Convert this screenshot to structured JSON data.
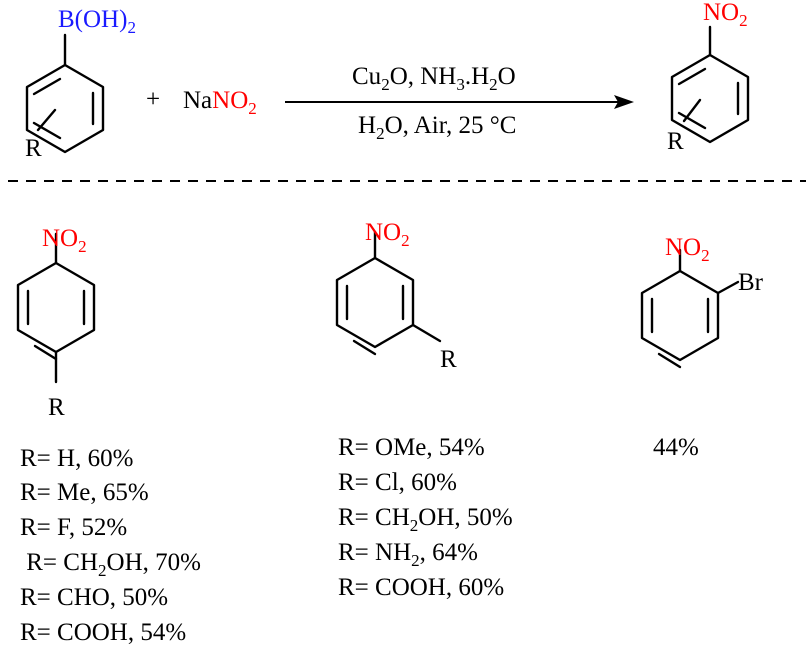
{
  "reaction": {
    "reactant_group": {
      "main": "B(OH)",
      "sub": "2"
    },
    "reactant_sub": "R",
    "plus": "+",
    "reagent": {
      "main": "Na",
      "red": "NO",
      "sub": "2"
    },
    "conditions_top": {
      "a": "Cu",
      "a_sub": "2",
      "b": "O, NH",
      "b_sub": "3",
      "c": ".H",
      "c_sub": "2",
      "d": "O"
    },
    "conditions_bottom": {
      "a": "H",
      "a_sub": "2",
      "b": "O, Air, 25 °C"
    },
    "product_group": {
      "main": "NO",
      "sub": "2"
    },
    "product_sub": "R"
  },
  "examples": {
    "para": {
      "group": {
        "main": "NO",
        "sub": "2"
      },
      "sub": "R",
      "results": [
        {
          "text": "R= H, 60%"
        },
        {
          "text": "R= Me, 65%"
        },
        {
          "text": "R= F, 52%"
        },
        {
          "pre": " R= CH",
          "sub": "2",
          "post": "OH, 70%"
        },
        {
          "text": "R= CHO, 50%"
        },
        {
          "text": "R= COOH, 54%"
        }
      ]
    },
    "meta": {
      "group": {
        "main": "NO",
        "sub": "2"
      },
      "sub": "R",
      "results": [
        {
          "text": "R= OMe, 54%"
        },
        {
          "text": "R= Cl, 60%"
        },
        {
          "pre": "R= CH",
          "sub": "2",
          "post": "OH, 50%"
        },
        {
          "pre": "R= NH",
          "sub": "2",
          "post": ", 64%"
        },
        {
          "text": "R= COOH, 60%"
        }
      ]
    },
    "ortho": {
      "group": {
        "main": "NO",
        "sub": "2"
      },
      "sub": "Br",
      "yield": "44%"
    }
  },
  "colors": {
    "boron": "#1a1aff",
    "nitro": "#ff0000",
    "ink": "#000000"
  }
}
